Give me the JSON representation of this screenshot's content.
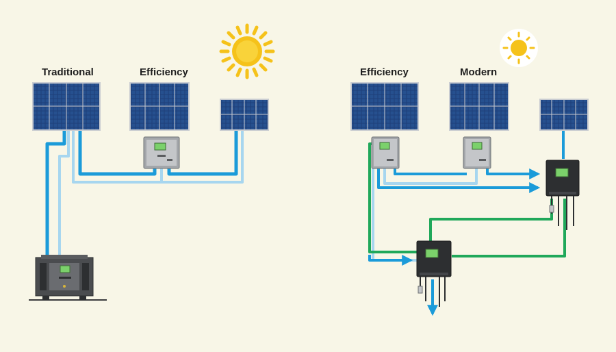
{
  "labels": {
    "left_traditional": "Traditional",
    "left_efficiency": "Efficiency",
    "right_efficiency": "Efficiency",
    "right_modern": "Modern"
  },
  "colors": {
    "background": "#f8f6e7",
    "panel": "#1f3f7a",
    "panel_frame": "#c9ccd1",
    "wire_blue": "#1b9bd9",
    "wire_light_blue": "#a7d6ef",
    "wire_green": "#20a85a",
    "sun": "#f5c21a",
    "inverter_gray": "#a3a6aa",
    "inverter_dark": "#2d2f31",
    "display_green": "#7bd16b"
  },
  "icons": [
    "sun-icon",
    "solar-panel-icon",
    "inverter-icon",
    "battery-cabinet-icon",
    "arrow-icon"
  ]
}
